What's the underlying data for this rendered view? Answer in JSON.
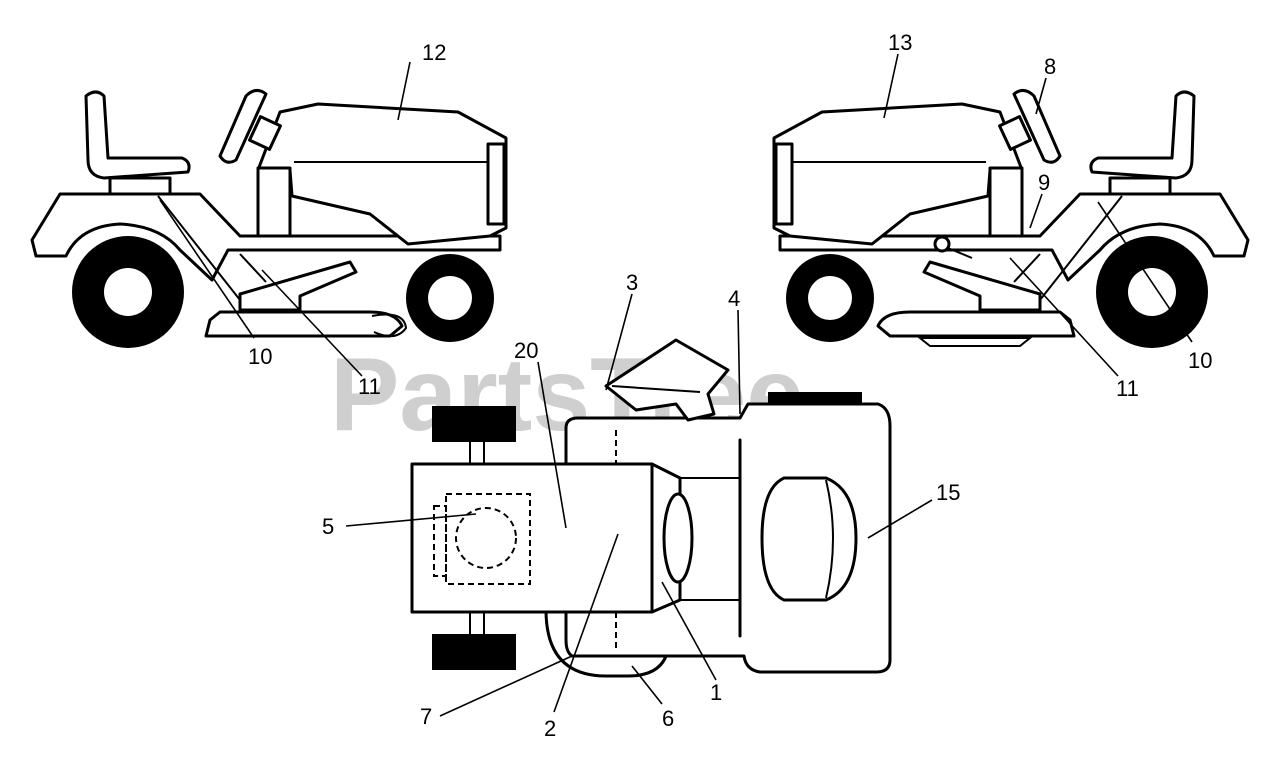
{
  "watermark": "PartsTree",
  "callouts": {
    "c1": "1",
    "c2": "2",
    "c3": "3",
    "c4": "4",
    "c5": "5",
    "c6": "6",
    "c7": "7",
    "c8": "8",
    "c9": "9",
    "c10_left": "10",
    "c10_right": "10",
    "c11_left": "11",
    "c11_right": "11",
    "c12": "12",
    "c13": "13",
    "c15": "15",
    "c20": "20"
  }
}
